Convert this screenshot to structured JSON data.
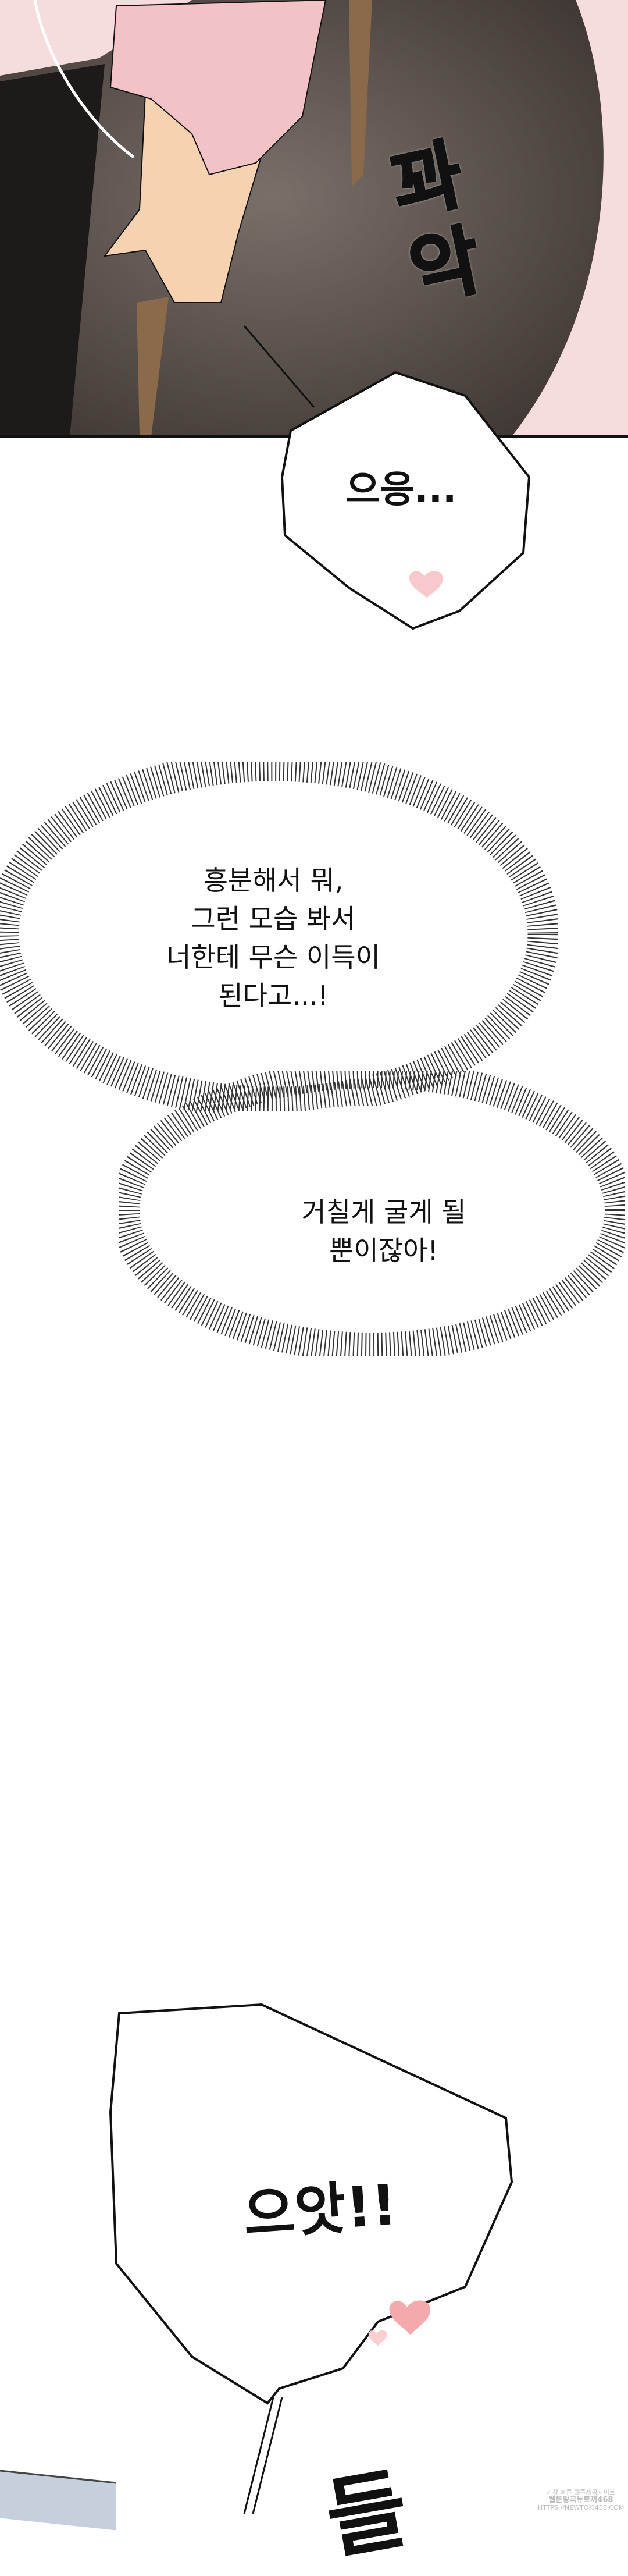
{
  "panel1": {
    "sfx": "꽈악"
  },
  "bubbles": [
    {
      "text": "으응..."
    },
    {
      "lines": [
        "흥분해서 뭐,",
        "그런 모습 봐서",
        "너한테 무슨 이득이",
        "된다고...!"
      ]
    },
    {
      "lines": [
        "거칠게 굴게 될",
        "뿐이잖아!"
      ]
    },
    {
      "text": "으앗!!"
    }
  ],
  "bottom_sfx": "들",
  "watermark": {
    "lines": [
      "가장 빠른 웹툰제공사이트",
      "웹툰왕국뉴토끼468",
      "HTTPS://NEWTOKI468.COM"
    ]
  },
  "colors": {
    "heart": "#f4a9ad",
    "skin": "#f7d2b0",
    "cloth": "#5a514c",
    "background_pink": "#f6dcdc"
  }
}
